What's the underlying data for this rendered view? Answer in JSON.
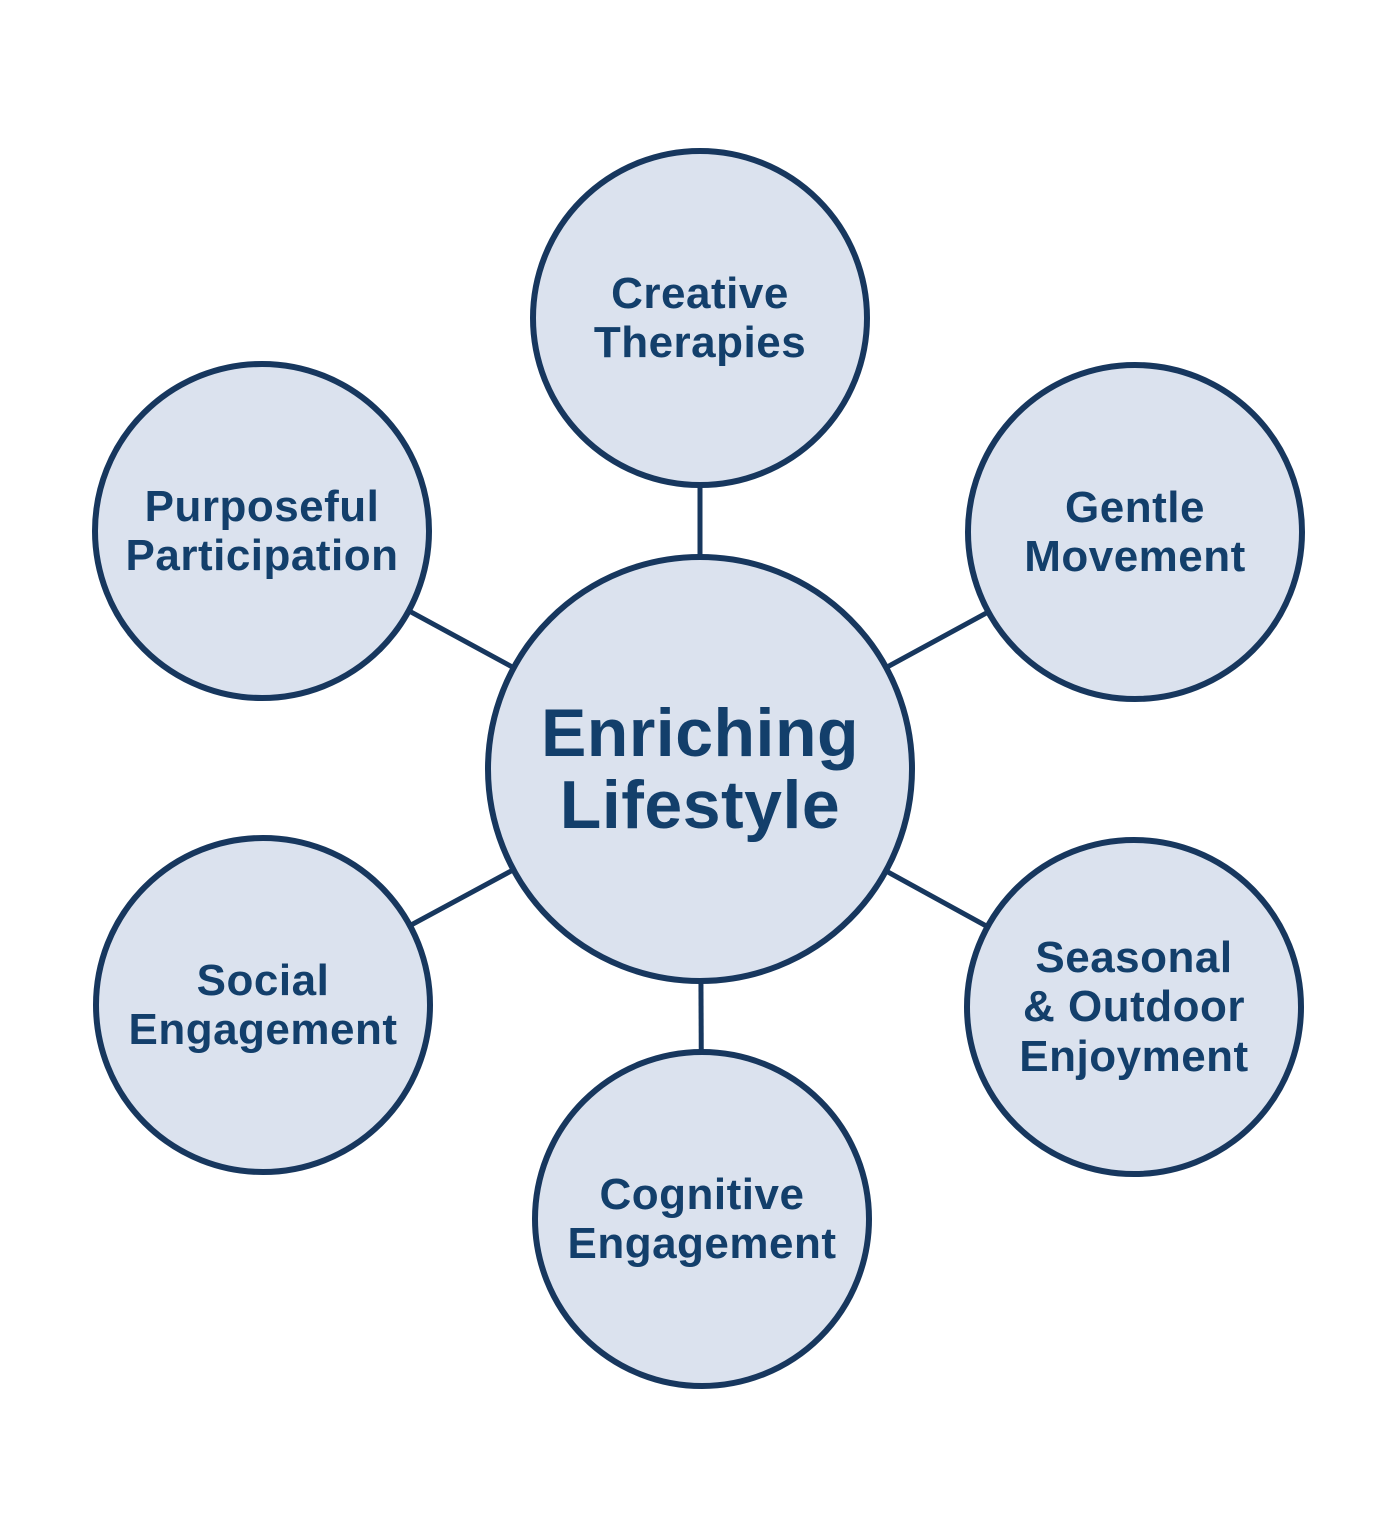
{
  "diagram": {
    "type": "hub-and-spoke",
    "title": "Enriching Lifestyle",
    "center": {
      "id": "enriching-lifestyle",
      "label": "Enriching\nLifestyle"
    },
    "nodes": [
      {
        "id": "creative-therapies",
        "label": "Creative\nTherapies"
      },
      {
        "id": "gentle-movement",
        "label": "Gentle\nMovement"
      },
      {
        "id": "seasonal-outdoor-enjoyment",
        "label": "Seasonal\n& Outdoor\nEnjoyment"
      },
      {
        "id": "cognitive-engagement",
        "label": "Cognitive\nEngagement"
      },
      {
        "id": "social-engagement",
        "label": "Social\nEngagement"
      },
      {
        "id": "purposeful-participation",
        "label": "Purposeful\nParticipation"
      }
    ],
    "colors": {
      "background": "#ffffff",
      "fill": "#dbe2ee",
      "stroke": "#17375e",
      "text": "#133f6b"
    }
  }
}
